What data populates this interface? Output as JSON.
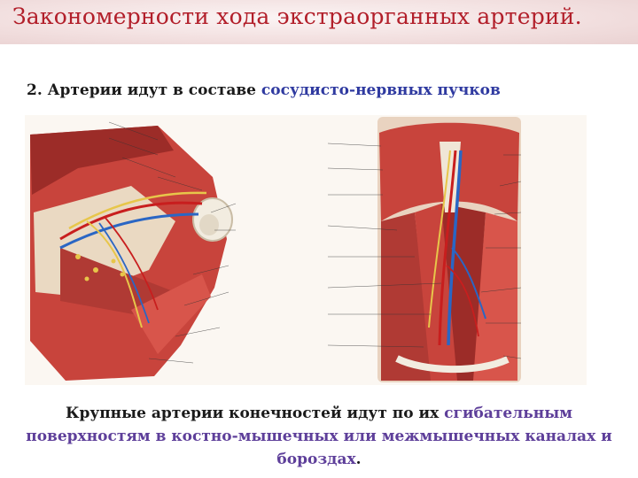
{
  "title": "Закономерности хода экстраорганных артерий.",
  "subtitle": {
    "prefix": "2. Артерии идут в составе ",
    "highlight": "сосудисто-нервных пучков"
  },
  "figure": {
    "left_image_name": "axillary-region-dissection",
    "right_image_name": "thigh-femoral-canal-dissection",
    "colors": {
      "muscle": "#c8443c",
      "muscle_dark": "#9c2c28",
      "fascia": "#ead9c2",
      "artery": "#c81e1e",
      "vein": "#2a66c4",
      "nerve": "#e7c64a",
      "bone": "#f2ece0"
    }
  },
  "caption": {
    "part1": "Крупные артерии конечностей идут по их ",
    "highlight1": "сгибательным поверхностям",
    "part2": " в ",
    "highlight2": "костно-мышечных или межмышечных каналах и бороздах",
    "end": "."
  }
}
